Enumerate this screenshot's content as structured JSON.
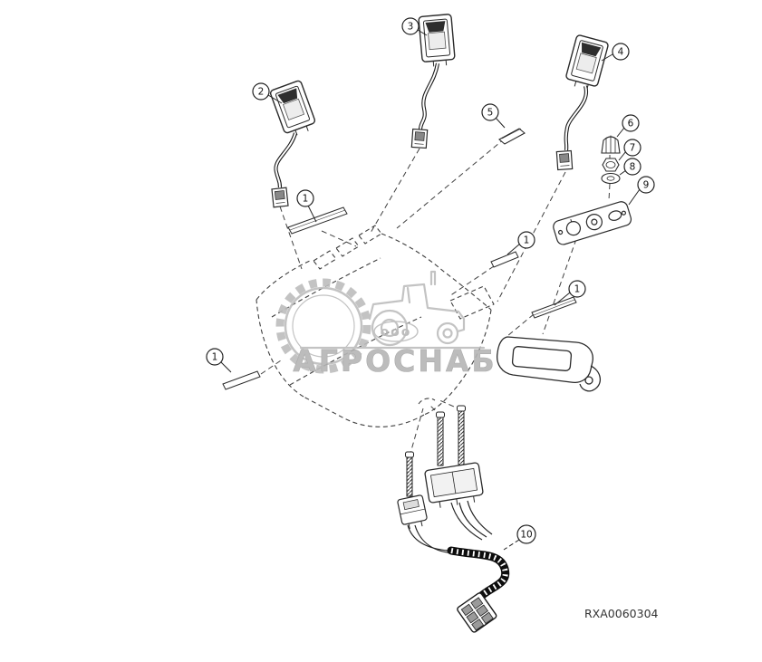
{
  "diagram": {
    "drawing_number": "RXA0060304",
    "callouts": {
      "c1a": "1",
      "c1b": "1",
      "c1c": "1",
      "c1d": "1",
      "c2": "2",
      "c3": "3",
      "c4": "4",
      "c5": "5",
      "c6": "6",
      "c7": "7",
      "c8": "8",
      "c9": "9",
      "c10": "10"
    },
    "watermark": {
      "prefix": "ооо",
      "company": "АГРОСНАБ"
    },
    "colors": {
      "line": "#2a2a2a",
      "dashed_line": "#3f3f3f",
      "watermark": "#b5b5b5",
      "background": "#ffffff"
    }
  }
}
